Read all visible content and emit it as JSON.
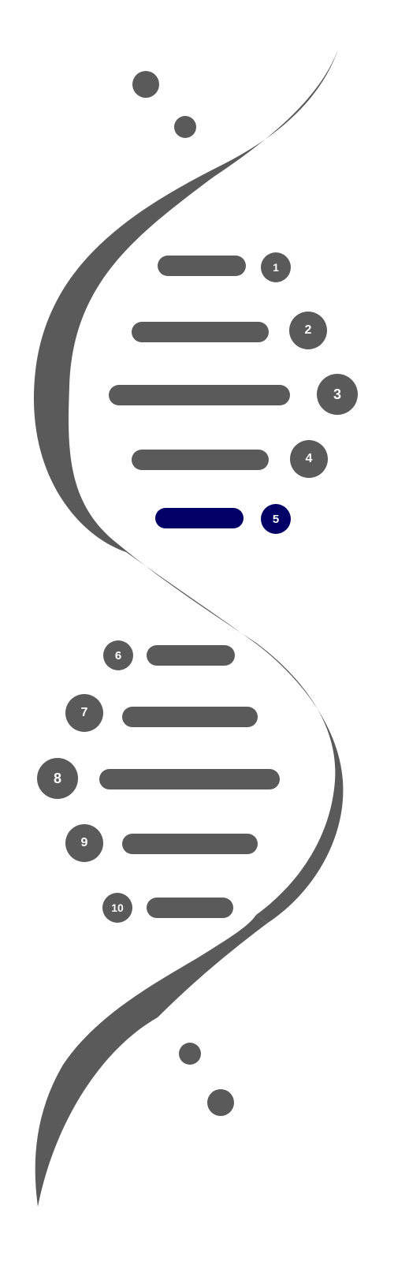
{
  "colors": {
    "background": "#ffffff",
    "strand": "#5a5a5a",
    "default": "#5a5a5a",
    "highlight": "#000066",
    "label_text": "#ffffff"
  },
  "icons": {
    "strand": "double-helix-icon",
    "dots": "circle-dot-icon"
  },
  "highlighted_step": "5",
  "steps": [
    {
      "label": "1"
    },
    {
      "label": "2"
    },
    {
      "label": "3"
    },
    {
      "label": "4"
    },
    {
      "label": "5"
    },
    {
      "label": "6"
    },
    {
      "label": "7"
    },
    {
      "label": "8"
    },
    {
      "label": "9"
    },
    {
      "label": "10"
    }
  ]
}
